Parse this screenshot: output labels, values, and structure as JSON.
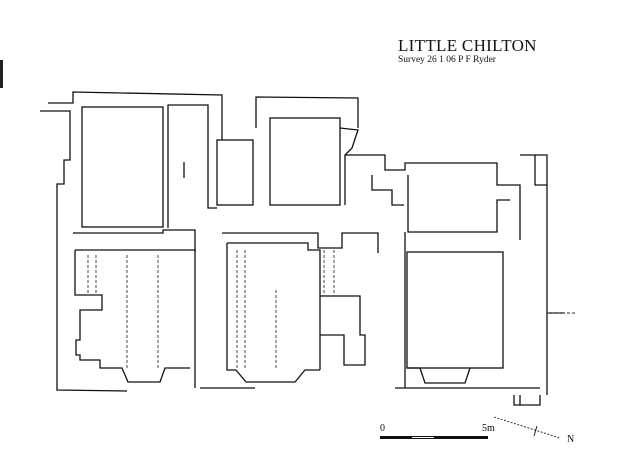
{
  "drawing": {
    "title": "LITTLE CHILTON",
    "subtitle": "Survey 26 1 06 P F Ryder"
  },
  "scale_bar": {
    "start_label": "0",
    "end_label": "5m"
  },
  "north_arrow": {
    "label": "N"
  }
}
